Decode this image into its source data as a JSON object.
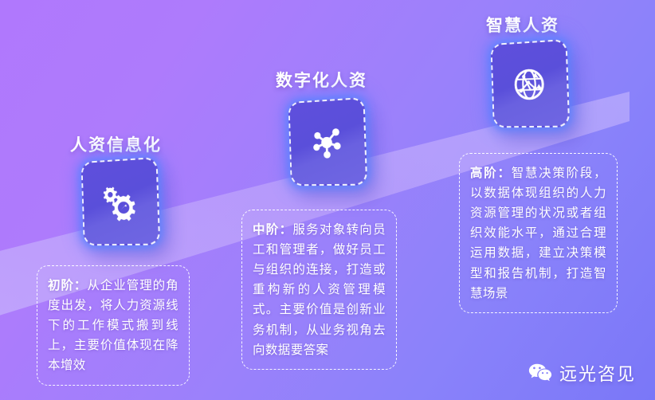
{
  "background": {
    "gradient_from": "#b078fd",
    "gradient_to": "#7a77f8",
    "band_color": "#c0a6fb"
  },
  "theme": {
    "card_color": "#5a4fda",
    "card_glow": "#5a82ff",
    "text_color": "#ffffff",
    "dash_border": "#ffffff"
  },
  "stages": [
    {
      "title": "人资信息化",
      "icon": "gears-icon",
      "lead": "初阶：",
      "body": "从企业管理的角度出发，将人力资源线下的工作模式搬到线上，主要价值体现在降本增效"
    },
    {
      "title": "数字化人资",
      "icon": "network-hub-icon",
      "lead": "中阶：",
      "body": "服务对象转向员工和管理者，做好员工与组织的连接，打造或重构新的人资管理模式。主要价值是创新业务机制，从业务视角去向数据要答案"
    },
    {
      "title": "智慧人资",
      "icon": "globe-network-icon",
      "lead": "高阶：",
      "body": "智慧决策阶段，以数据体现组织的人力资源管理的状况或者组织效能水平，通过合理运用数据，建立决策模型和报告机制，打造智慧场景"
    }
  ],
  "brand": {
    "icon": "wechat-icon",
    "name": "远光咨见"
  }
}
